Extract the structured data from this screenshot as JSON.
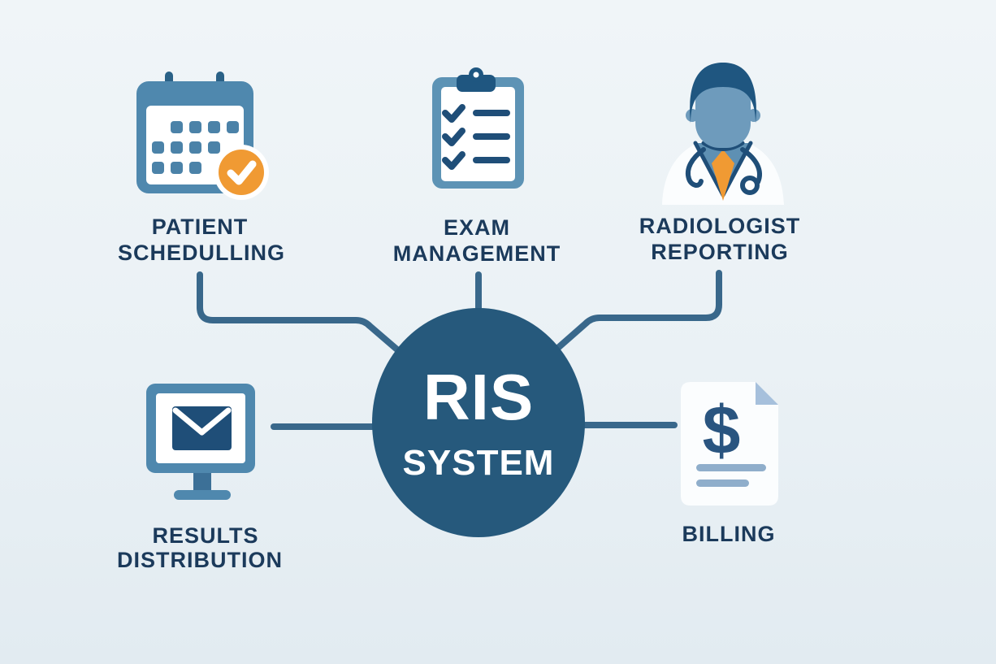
{
  "center": {
    "line1": "RIS",
    "line2": "SYSTEM"
  },
  "nodes": [
    {
      "id": "patient-scheduling",
      "icon": "calendar-check-icon",
      "line1": "PATIENT",
      "line2": "SCHEDULLING"
    },
    {
      "id": "exam-management",
      "icon": "clipboard-checklist-icon",
      "line1": "EXAM",
      "line2": "MANAGEMENT"
    },
    {
      "id": "radiologist-reporting",
      "icon": "doctor-avatar-icon",
      "line1": "RADIOLOGIST",
      "line2": "REPORTING"
    },
    {
      "id": "results-distribution",
      "icon": "monitor-envelope-icon",
      "line1": "RESULTS",
      "line2": "DISTRIBUTION"
    },
    {
      "id": "billing",
      "icon": "dollar-document-icon",
      "line1": "BILLING"
    }
  ],
  "billing_symbol": "$",
  "colors": {
    "background": "#EAF1F5",
    "hub_circle": "#26597C",
    "connector": "#39688B",
    "label_text": "#1B3A5B",
    "icon_frame_blue": "#4F88AE",
    "icon_dark_navy": "#1F4E78",
    "accent_orange": "#F09A33",
    "slate_light": "#8FAECB"
  }
}
